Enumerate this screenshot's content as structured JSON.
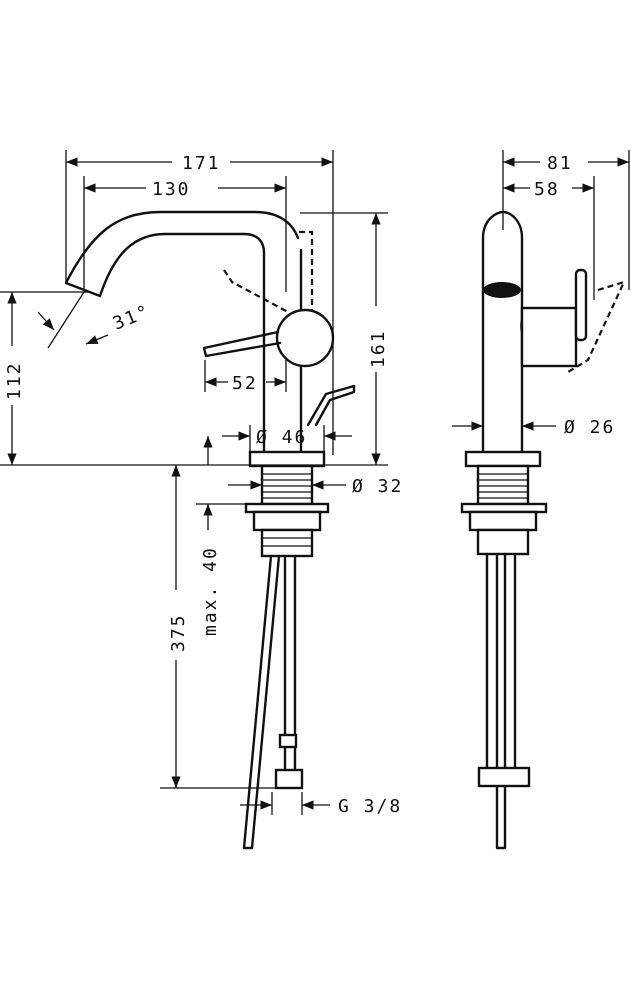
{
  "dimensions": {
    "w171": "171",
    "w130": "130",
    "w81": "81",
    "w58": "58",
    "h161": "161",
    "h112": "112",
    "angle": "31°",
    "d52": "52",
    "dia46": "Ø 46",
    "dia32": "Ø 32",
    "dia26": "Ø 26",
    "h375": "375",
    "max40": "max. 40",
    "thread": "G 3/8"
  },
  "colors": {
    "line": "#111111",
    "background": "#ffffff"
  }
}
